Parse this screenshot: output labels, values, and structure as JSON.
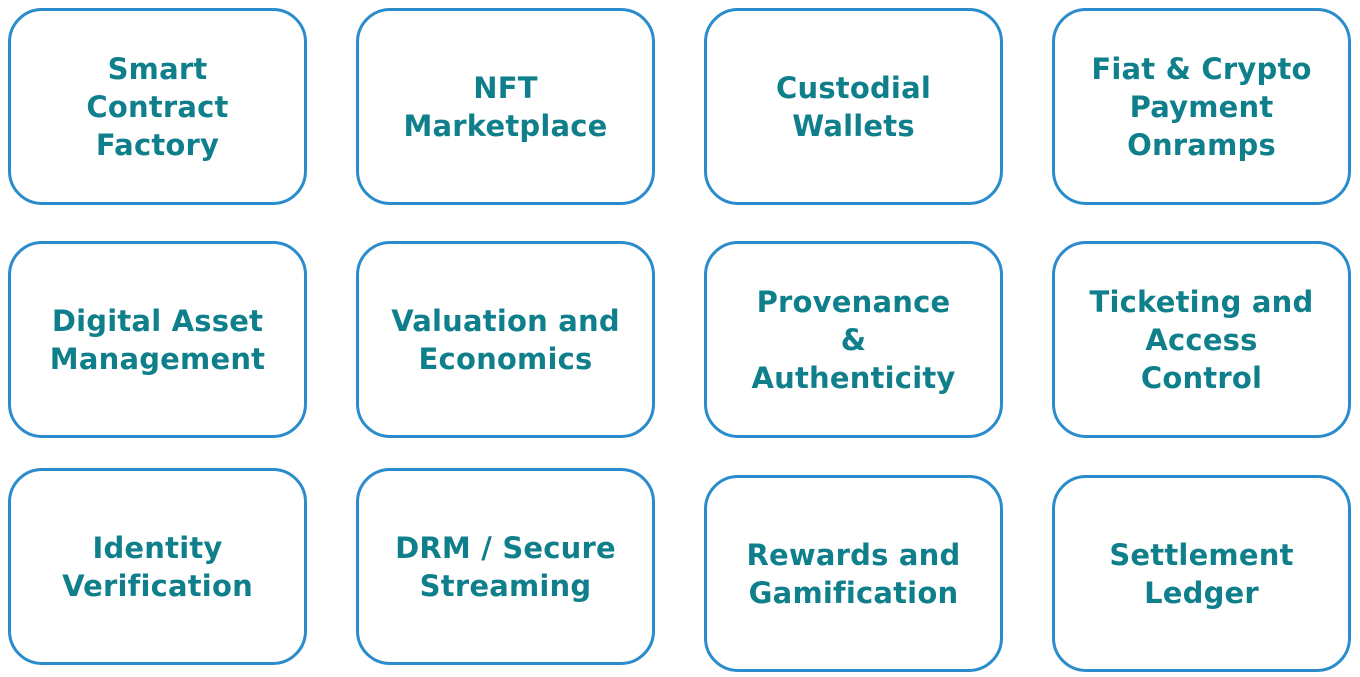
{
  "colors": {
    "border": "#2a8ccd",
    "text": "#0f7f8c",
    "background": "#ffffff"
  },
  "tiles": [
    {
      "label": "Smart\nContract\nFactory"
    },
    {
      "label": "NFT\nMarketplace"
    },
    {
      "label": "Custodial\nWallets"
    },
    {
      "label": "Fiat & Crypto\nPayment\nOnramps"
    },
    {
      "label": "Digital Asset\nManagement"
    },
    {
      "label": "Valuation and\nEconomics"
    },
    {
      "label": "Provenance\n&\nAuthenticity"
    },
    {
      "label": "Ticketing and\nAccess\nControl"
    },
    {
      "label": "Identity\nVerification"
    },
    {
      "label": "DRM / Secure\nStreaming"
    },
    {
      "label": "Rewards and\nGamification"
    },
    {
      "label": "Settlement\nLedger"
    }
  ]
}
